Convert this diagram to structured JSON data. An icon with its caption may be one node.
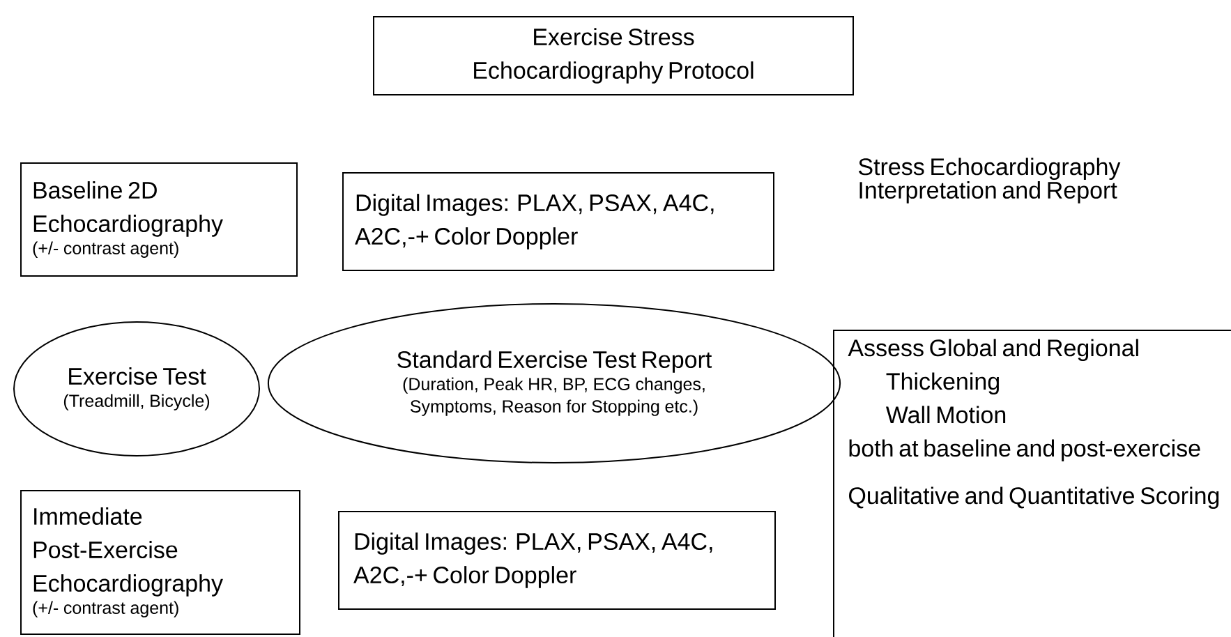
{
  "diagram": {
    "nodes": [
      {
        "text": [
          "Exercise Stress Echocardiography Protocol"
        ]
      },
      {
        "text": [
          "Baseline 2D Echocardiography",
          "(+/- contrast agent)"
        ]
      },
      {
        "text": [
          "Digital Images: PLAX, PSAX, A4C, A2C,-+ Color Doppler"
        ]
      },
      {
        "text": [
          "Exercise Test",
          "(Treadmill, Bicycle)"
        ]
      },
      {
        "text": [
          "Standard Exercise Test Report",
          "(Duration, Peak HR, BP, ECG changes, Symptoms, Reason for Stopping etc.)"
        ]
      },
      {
        "text": [
          "Immediate Post-Exercise Echocardiography",
          "(+/- contrast agent)"
        ]
      },
      {
        "text": [
          "Digital Images: PLAX, PSAX, A4C, A2C,-+ Color Doppler"
        ]
      },
      {
        "text": [
          "Assess Global and Regional",
          "Thickening",
          "Wall Motion",
          "both at baseline and post-exercise",
          "Qualitative and Quantitative Scoring"
        ]
      }
    ],
    "labels": [
      "Stress Echocardiography Interpretation and Report"
    ]
  }
}
